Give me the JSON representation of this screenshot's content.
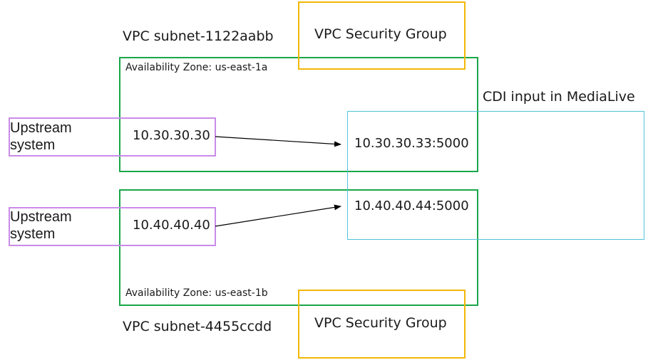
{
  "colors": {
    "availability_zone_border": "#1aa64a",
    "security_group_border": "#f2b705",
    "cdi_input_border": "#4fc3d8",
    "upstream_border": "#c98be8",
    "arrow": "#000000"
  },
  "subnet_a": {
    "label": "VPC subnet-1122aabb",
    "availability_zone": "Availability Zone: us-east-1a",
    "security_group": "VPC Security Group",
    "upstream_label_line1": "Upstream",
    "upstream_label_line2": "system",
    "upstream_ip": "10.30.30.30",
    "destination": "10.30.30.33:5000"
  },
  "subnet_b": {
    "label": "VPC subnet-4455ccdd",
    "availability_zone": "Availability Zone: us-east-1b",
    "security_group": "VPC Security Group",
    "upstream_label_line1": "Upstream",
    "upstream_label_line2": "system",
    "upstream_ip": "10.40.40.40",
    "destination": "10.40.40.44:5000"
  },
  "cdi_input": {
    "label": "CDI input in MediaLive"
  }
}
